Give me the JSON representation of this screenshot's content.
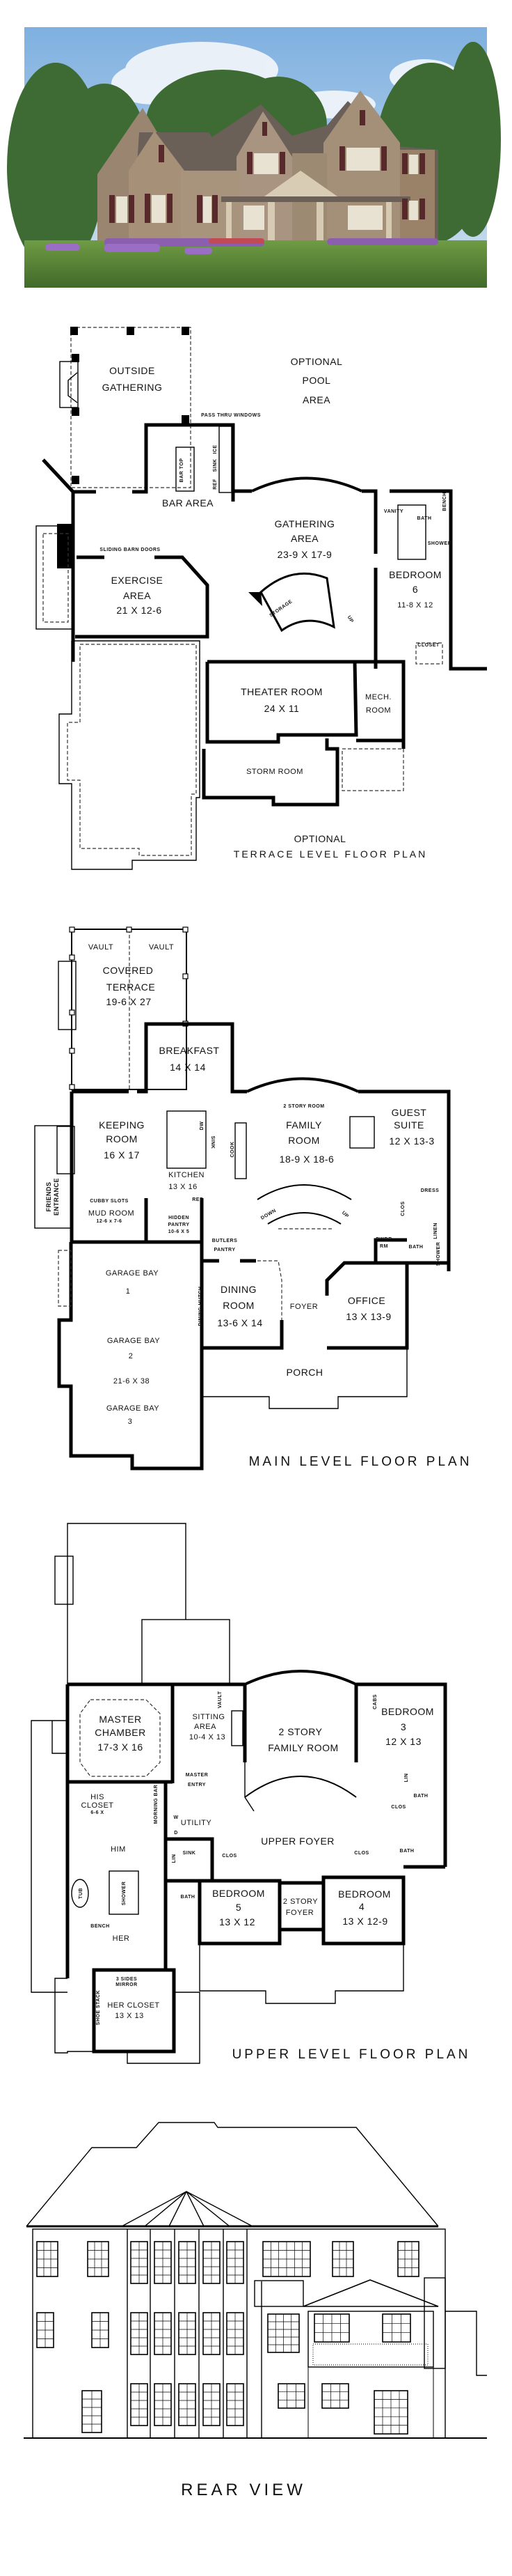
{
  "colors": {
    "sky": "#8fb8e0",
    "stone": "#a08c74",
    "roof": "#6b6058",
    "shutter": "#5a2a2a",
    "lawn": "#5d8a38",
    "trees": "#3f6a35",
    "flowers": "#9a6cc4",
    "line": "#000000"
  },
  "terrace": {
    "outside_gathering": [
      "OUTSIDE",
      "GATHERING"
    ],
    "pool": [
      "OPTIONAL",
      "POOL",
      "AREA"
    ],
    "pass_thru": "PASS THRU WINDOWS",
    "bar_top": "BAR TOP",
    "ice": "ICE",
    "sink": "SINK",
    "ref": "REF",
    "bar_area": "BAR AREA",
    "gathering": [
      "GATHERING",
      "AREA",
      "23-9 X 17-9"
    ],
    "vanity": "VANITY",
    "bath": "BATH",
    "bench": "BENCH",
    "shower": "SHOWER",
    "bedroom": [
      "BEDROOM",
      "6",
      "11-8 X 12"
    ],
    "sliding": "SLIDING BARN DOORS",
    "exercise": [
      "EXERCISE",
      "AREA",
      "21 X 12-6"
    ],
    "storage": "STORAGE",
    "up": "UP",
    "closet": "CLOSET",
    "theater": [
      "THEATER ROOM",
      "24 X 11"
    ],
    "mech": [
      "MECH.",
      "ROOM"
    ],
    "storm": "STORM ROOM",
    "title": [
      "OPTIONAL",
      "TERRACE LEVEL FLOOR PLAN"
    ]
  },
  "main": {
    "vault_left": "VAULT",
    "vault_right": "VAULT",
    "terrace": [
      "COVERED",
      "TERRACE",
      "19-6 X 27"
    ],
    "breakfast": [
      "BREAKFAST",
      "14 X 14"
    ],
    "two_story": "2 STORY ROOM",
    "keeping": [
      "KEEPING",
      "ROOM",
      "16 X 17"
    ],
    "kitchen": [
      "KITCHEN",
      "13 X 16"
    ],
    "dw": "DW",
    "sink": "SINK",
    "cook": "COOK",
    "ref": "REF",
    "family": [
      "FAMILY",
      "ROOM",
      "18-9 X 18-6"
    ],
    "guest": [
      "GUEST",
      "SUITE",
      "12 X 13-3"
    ],
    "dress": "DRESS",
    "friends": [
      "FRIENDS",
      "ENTRANCE"
    ],
    "cubby": "CUBBY SLOTS",
    "mud": [
      "MUD ROOM",
      "12-6 x 7-6"
    ],
    "hidden_pantry": [
      "HIDDEN",
      "PANTRY",
      "10-6 X 5"
    ],
    "butlers": [
      "BUTLERS",
      "PANTRY"
    ],
    "down": "DOWN",
    "up": "UP",
    "closet": "CLOS",
    "pwdr": [
      "PWDR",
      "RM"
    ],
    "bath": "BATH",
    "linen": "LINEN",
    "shower": "SHOWER",
    "garage1": [
      "GARAGE BAY",
      "1"
    ],
    "garage2": [
      "GARAGE BAY",
      "2",
      "21-6 X 38"
    ],
    "garage3": [
      "GARAGE BAY",
      "3"
    ],
    "hutch": "DINING HUTCH",
    "dining": [
      "DINING",
      "ROOM",
      "13-6 X 14"
    ],
    "foyer": "FOYER",
    "office": [
      "OFFICE",
      "13 X 13-9"
    ],
    "porch": "PORCH",
    "title": "MAIN LEVEL FLOOR PLAN"
  },
  "upper": {
    "master": [
      "MASTER",
      "CHAMBER",
      "17-3 X 16"
    ],
    "vault": "VAULT",
    "sitting": [
      "SITTING",
      "AREA",
      "10-4 X 13"
    ],
    "family": [
      "2 STORY",
      "FAMILY ROOM"
    ],
    "cabs": "CABS",
    "bedroom3": [
      "BEDROOM",
      "3",
      "12 X 13"
    ],
    "master_entry": [
      "MASTER",
      "ENTRY"
    ],
    "morning_bar": "MORNING BAR",
    "his_closet": [
      "HIS",
      "CLOSET",
      "6-6 X"
    ],
    "lin": "LIN",
    "bath": "BATH",
    "clos": "CLOS",
    "him": "HIM",
    "utility": "UTILITY",
    "w": "W",
    "d": "D",
    "sink": "SINK",
    "upper_foyer": "UPPER FOYER",
    "tub": "TUB",
    "shower": "SHOWER",
    "bedroom5": [
      "BEDROOM",
      "5",
      "13 X 12"
    ],
    "foyer2": [
      "2 STORY",
      "FOYER"
    ],
    "bedroom4": [
      "BEDROOM",
      "4",
      "13 X 12-9"
    ],
    "bench": "BENCH",
    "her": "HER",
    "mirror": [
      "3 SIDES",
      "MIRROR"
    ],
    "shoe": "SHOE STACK",
    "her_closet": [
      "HER CLOSET",
      "13 X 13"
    ],
    "title": "UPPER LEVEL FLOOR PLAN"
  },
  "rear": {
    "title": "REAR VIEW"
  }
}
